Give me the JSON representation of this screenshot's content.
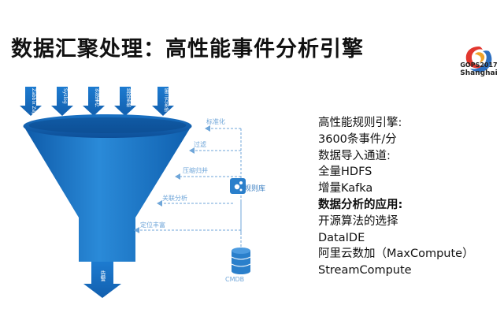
{
  "title": "数据汇聚处理：高性能事件分析引擎",
  "logo": {
    "event": "GOPS2017",
    "city": "Shanghai"
  },
  "colors": {
    "funnel": "#1f7fd0",
    "funnel_dark": "#0f5fae",
    "accent": "#5aa0dc"
  },
  "inputs": [
    {
      "label": "Zabbix Zep"
    },
    {
      "label": "Syslog"
    },
    {
      "label": "外部事件"
    },
    {
      "label": "监控系统"
    },
    {
      "label": "第三方系统"
    }
  ],
  "stages": [
    {
      "label": "标准化"
    },
    {
      "label": "过滤"
    },
    {
      "label": "压缩归并"
    },
    {
      "label": "关联分析"
    },
    {
      "label": "定位丰富"
    }
  ],
  "rules_label": "规则库",
  "cmdb_label": "CMDB",
  "output_label": "告警",
  "notes": [
    {
      "text": "高性能规则引擎:",
      "bold": false
    },
    {
      "text": " 3600条事件/分",
      "bold": false
    },
    {
      "text": "数据导入通道:",
      "bold": false
    },
    {
      "text": "全量HDFS",
      "bold": false
    },
    {
      "text": "增量Kafka",
      "bold": false
    },
    {
      "text": "数据分析的应用:",
      "bold": true
    },
    {
      "text": "开源算法的选择",
      "bold": false
    },
    {
      "text": "DataIDE",
      "bold": false
    },
    {
      "text": "阿里云数加（MaxCompute）",
      "bold": false
    },
    {
      "text": "StreamCompute",
      "bold": false
    }
  ]
}
